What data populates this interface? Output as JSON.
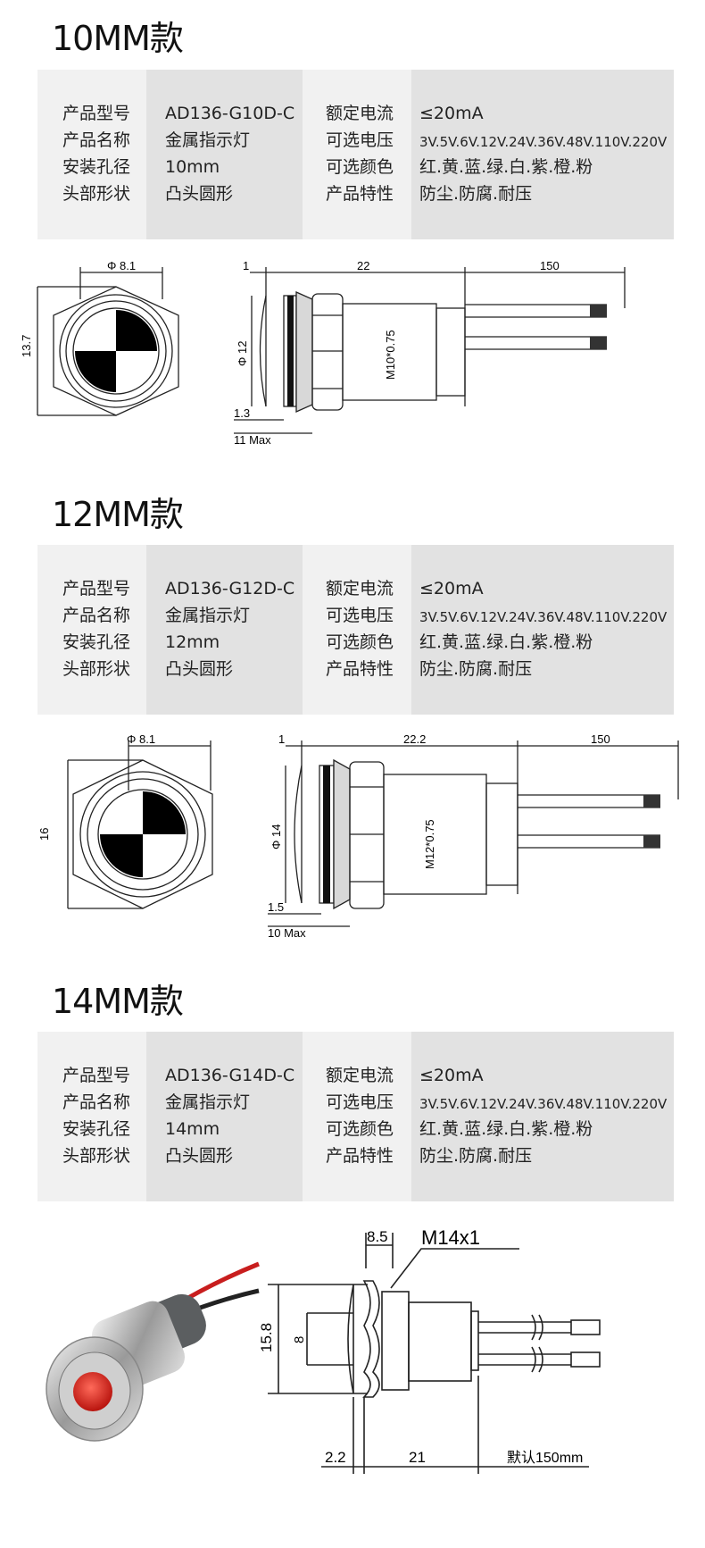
{
  "sections": [
    {
      "title": "10MM款",
      "specs": {
        "model_label": "产品型号",
        "model_value": "AD136-G10D-C",
        "name_label": "产品名称",
        "name_value": "金属指示灯",
        "hole_label": "安装孔径",
        "hole_value": "10mm",
        "head_label": "头部形状",
        "head_value": "凸头圆形",
        "current_label": "额定电流",
        "current_value": "≤20mA",
        "voltage_label": "可选电压",
        "voltage_value": "3V.5V.6V.12V.24V.36V.48V.110V.220V",
        "color_label": "可选颜色",
        "color_value": "红.黄.蓝.绿.白.紫.橙.粉",
        "feature_label": "产品特性",
        "feature_value": "防尘.防腐.耐压"
      },
      "drawing": {
        "phi_top": "Φ 8.1",
        "height": "13.7",
        "dim_1": "1",
        "dim_len": "22",
        "dim_lead": "150",
        "phi_side": "Φ 12",
        "thread": "M10*0.75",
        "dim_bottom1": "1.3",
        "dim_bottom2": "11 Max"
      }
    },
    {
      "title": "12MM款",
      "specs": {
        "model_label": "产品型号",
        "model_value": "AD136-G12D-C",
        "name_label": "产品名称",
        "name_value": "金属指示灯",
        "hole_label": "安装孔径",
        "hole_value": "12mm",
        "head_label": "头部形状",
        "head_value": "凸头圆形",
        "current_label": "额定电流",
        "current_value": "≤20mA",
        "voltage_label": "可选电压",
        "voltage_value": "3V.5V.6V.12V.24V.36V.48V.110V.220V",
        "color_label": "可选颜色",
        "color_value": "红.黄.蓝.绿.白.紫.橙.粉",
        "feature_label": "产品特性",
        "feature_value": "防尘.防腐.耐压"
      },
      "drawing": {
        "phi_top": "Φ 8.1",
        "height": "16",
        "dim_1": "1",
        "dim_len": "22.2",
        "dim_lead": "150",
        "phi_side": "Φ 14",
        "thread": "M12*0.75",
        "dim_bottom1": "1.5",
        "dim_bottom2": "10 Max"
      }
    },
    {
      "title": "14MM款",
      "specs": {
        "model_label": "产品型号",
        "model_value": "AD136-G14D-C",
        "name_label": "产品名称",
        "name_value": "金属指示灯",
        "hole_label": "安装孔径",
        "hole_value": "14mm",
        "head_label": "头部形状",
        "head_value": "凸头圆形",
        "current_label": "额定电流",
        "current_value": "≤20mA",
        "voltage_label": "可选电压",
        "voltage_value": "3V.5V.6V.12V.24V.36V.48V.110V.220V",
        "color_label": "可选颜色",
        "color_value": "红.黄.蓝.绿.白.紫.橙.粉",
        "feature_label": "产品特性",
        "feature_value": "防尘.防腐.耐压"
      },
      "drawing": {
        "top_dim": "8.5",
        "thread": "M14x1",
        "height": "15.8",
        "inner": "8",
        "dim_left": "2.2",
        "dim_len": "21",
        "dim_lead": "默认150mm"
      }
    }
  ],
  "colors": {
    "table_bg": "#ececec",
    "led_red": "#d8261f"
  }
}
